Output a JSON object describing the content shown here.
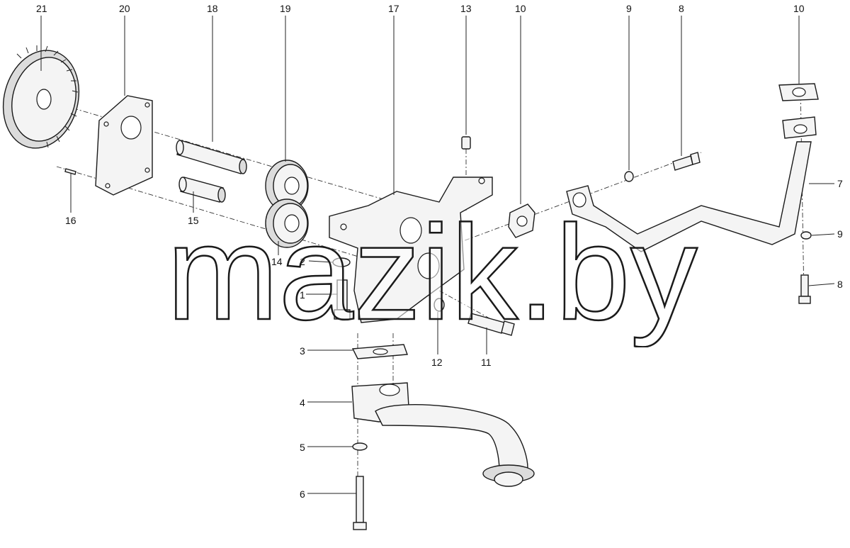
{
  "diagram": {
    "labels": {
      "p1": "1",
      "p2": "2",
      "p3": "3",
      "p4": "4",
      "p5": "5",
      "p6": "6",
      "p7": "7",
      "p8a": "8",
      "p8b": "8",
      "p9a": "9",
      "p9b": "9",
      "p10a": "10",
      "p10b": "10",
      "p11": "11",
      "p12": "12",
      "p13": "13",
      "p14": "14",
      "p15": "15",
      "p16": "16",
      "p17": "17",
      "p18": "18",
      "p19": "19",
      "p20": "20",
      "p21": "21"
    },
    "watermark": "mazik.by"
  }
}
